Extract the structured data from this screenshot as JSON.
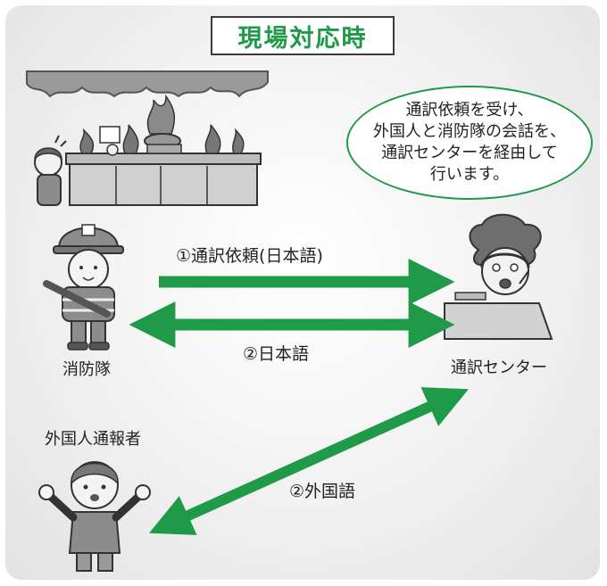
{
  "title": "現場対応時",
  "bubble": {
    "lines": [
      "通訳依頼を受け、",
      "外国人と消防隊の会話を、",
      "通訳センターを経由して",
      "行います。"
    ]
  },
  "arrows": {
    "request_label": "①通訳依頼(日本語)",
    "japanese_label": "②日本語",
    "foreign_label": "②外国語"
  },
  "actors": {
    "firefighters": "消防隊",
    "interpretation_center": "通訳センター",
    "foreign_caller": "外国人通報者"
  },
  "colors": {
    "accent_green": "#1f9a48",
    "bubble_border": "#1f9a48"
  },
  "icons": [
    "kitchen-fire-scene-icon",
    "firefighter-icon",
    "interpreter-operator-icon",
    "foreign-caller-icon"
  ]
}
